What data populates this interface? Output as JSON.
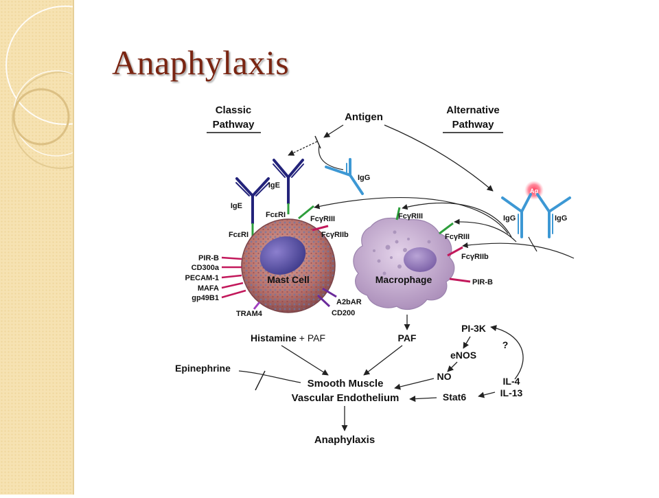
{
  "slide": {
    "title": "Anaphylaxis"
  },
  "diagram": {
    "classic_pathway": [
      "Classic",
      "Pathway"
    ],
    "alternative_pathway": [
      "Alternative",
      "Pathway"
    ],
    "antigen": "Antigen",
    "igg": "IgG",
    "ige": "IgE",
    "ag": "Ag",
    "fceri": "FcεRI",
    "fcgriii": "FcγRIII",
    "fcgriib": "FcγRIIb",
    "pirb": "PIR-B",
    "mast_cell_receptors": [
      "PIR-B",
      "CD300a",
      "PECAM-1",
      "MAFA",
      "gp49B1"
    ],
    "tram4": "TRAM4",
    "a2bar": "A2bAR",
    "cd200": "CD200",
    "mast_cell": "Mast Cell",
    "macrophage": "Macrophage",
    "histamine": "Histamine",
    "plus_paf": " + PAF",
    "paf": "PAF",
    "pi3k": "PI-3K",
    "enos": "eNOS",
    "no": "NO",
    "question": "?",
    "il4": "IL-4",
    "il13": "IL-13",
    "stat6": "Stat6",
    "epinephrine": "Epinephrine",
    "smooth_muscle": "Smooth Muscle",
    "vascular_endothelium": "Vascular Endothelium",
    "anaphylaxis": "Anaphylaxis",
    "colors": {
      "ige_antibody": "#23237a",
      "igg_antibody": "#3d98d4",
      "title": "#7a2512",
      "inhibitory_receptor": "#c2185b",
      "activating_receptor": "#2e9e3c"
    }
  }
}
